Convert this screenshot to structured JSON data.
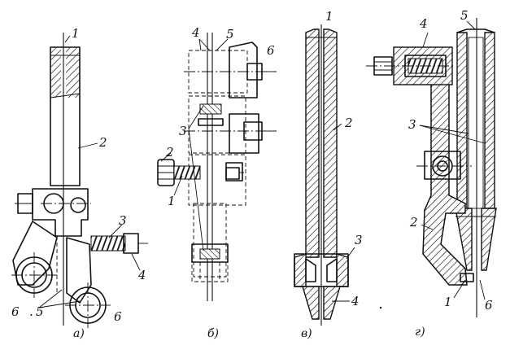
{
  "figure": {
    "panels": [
      {
        "caption": "а)",
        "labels": [
          "1",
          "2",
          "3",
          "4",
          "6",
          "5",
          "6",
          "."
        ]
      },
      {
        "caption": "б)",
        "labels": [
          "4",
          "5",
          "6",
          "3",
          "2",
          "1"
        ]
      },
      {
        "caption": "в)",
        "labels": [
          "1",
          "2",
          "3",
          "4"
        ]
      },
      {
        "caption": "г)",
        "labels": [
          "4",
          "5",
          "3",
          "2",
          "1",
          "6"
        ]
      }
    ]
  }
}
